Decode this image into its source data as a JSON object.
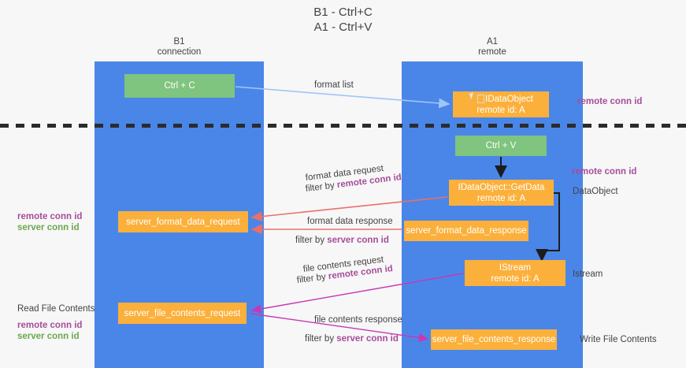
{
  "title": {
    "line1": "B1 - Ctrl+C",
    "line2": "A1 - Ctrl+V"
  },
  "lanes": [
    {
      "id": "b1",
      "name": "B1",
      "role": "connection"
    },
    {
      "id": "a1",
      "name": "A1",
      "role": "remote"
    }
  ],
  "nodes": {
    "ctrl_c": {
      "label": "Ctrl + C",
      "color": "#7fc47f"
    },
    "idataobject": {
      "line1": "IDataObject",
      "line2": "remote id: A",
      "color": "#fbb03b"
    },
    "ctrl_v": {
      "label": "Ctrl + V",
      "color": "#7fc47f"
    },
    "getdata": {
      "line1": "IDataObject::GetData",
      "line2": "remote id: A",
      "color": "#fbb03b"
    },
    "server_format_data_request": {
      "label": "server_format_data_request",
      "color": "#fbb03b"
    },
    "server_format_data_response": {
      "label": "server_format_data_response",
      "color": "#fbb03b"
    },
    "istream": {
      "line1": "IStream",
      "line2": "remote id: A",
      "color": "#fbb03b"
    },
    "server_file_contents_request": {
      "label": "server_file_contents_request",
      "color": "#fbb03b"
    },
    "server_file_contents_response": {
      "label": "server_file_contents_response",
      "color": "#fbb03b"
    }
  },
  "edges": {
    "format_list": "format list",
    "format_data_request": "format data request",
    "format_data_request_filter_pre": "filter by ",
    "format_data_request_filter_key": "remote conn id",
    "format_data_response": "format data response",
    "format_data_response_filter_pre": "filter by ",
    "format_data_response_filter_key": "server conn id",
    "file_contents_request": "file contents request",
    "file_contents_request_filter_pre": "filter by ",
    "file_contents_request_filter_key": "remote conn id",
    "file_contents_response": "file contents response",
    "file_contents_response_filter_pre": "filter by ",
    "file_contents_response_filter_key": "server conn id"
  },
  "annotations": {
    "right_remote_conn_id_top": "remote conn id",
    "right_remote_conn_id_mid": "remote conn id",
    "right_dataobject": "DataObject",
    "right_istream": "Istream",
    "right_write_file_contents": "Write File Contents",
    "left_remote_conn_id": "remote conn id",
    "left_server_conn_id": "server conn id",
    "left_read_file_contents": "Read File Contents",
    "left_remote_conn_id_2": "remote conn id",
    "left_server_conn_id_2": "server conn id"
  },
  "colors": {
    "lane": "#4a86e8",
    "green_node": "#7fc47f",
    "orange_node": "#fbb03b",
    "remote_conn_id": "#a64d9a",
    "server_conn_id": "#6aa84f",
    "arrow_blue": "#9fc5f8",
    "arrow_red": "#e8706a",
    "arrow_magenta": "#c738b5",
    "arrow_black": "#1c1c1c",
    "separator": "#2b2b2b"
  }
}
